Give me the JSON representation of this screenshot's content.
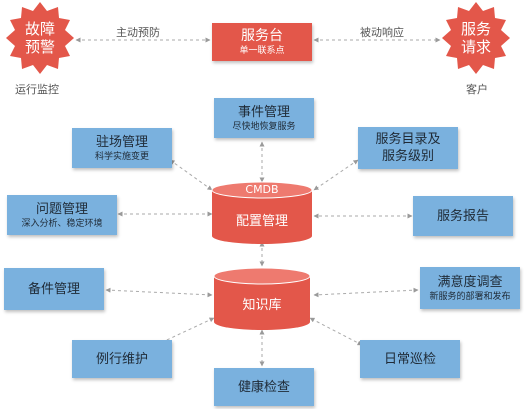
{
  "colors": {
    "blue_box": "#7ab1de",
    "red": "#e3574a",
    "connector": "#aaaaaa"
  },
  "top": {
    "left_burst": {
      "line1": "故障",
      "line2": "预警",
      "caption": "运行监控"
    },
    "left_flow": "主动预防",
    "service_desk": {
      "title": "服务台",
      "sub": "单一联系点"
    },
    "right_flow": "被动响应",
    "right_burst": {
      "line1": "服务",
      "line2": "请求",
      "caption": "客户"
    }
  },
  "cylinders": {
    "cmdb": {
      "top_label": "CMDB",
      "label": "配置管理"
    },
    "knowledge": {
      "label": "知识库"
    }
  },
  "boxes": {
    "event": {
      "title": "事件管理",
      "sub": "尽快地恢复服务"
    },
    "onsite": {
      "title": "驻场管理",
      "sub": "科学实施变更"
    },
    "catalog": {
      "title": "服务目录及",
      "title2": "服务级别"
    },
    "problem": {
      "title": "问题管理",
      "sub": "深入分析、稳定环境"
    },
    "report": {
      "title": "服务报告"
    },
    "spare": {
      "title": "备件管理"
    },
    "survey": {
      "title": "满意度调查",
      "sub": "新服务的部署和发布"
    },
    "routine": {
      "title": "例行维护"
    },
    "patrol": {
      "title": "日常巡检"
    },
    "health": {
      "title": "健康检查"
    }
  }
}
